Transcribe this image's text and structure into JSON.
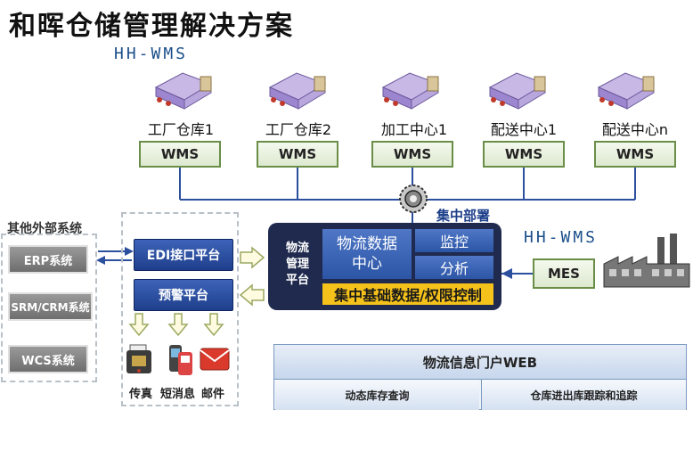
{
  "title": "和晖仓储管理解决方案",
  "brand_top": "HH-WMS",
  "brand_right": "HH-WMS",
  "sites": [
    {
      "label": "工厂仓库1",
      "system": "WMS"
    },
    {
      "label": "工厂仓库2",
      "system": "WMS"
    },
    {
      "label": "加工中心1",
      "system": "WMS"
    },
    {
      "label": "配送中心1",
      "system": "WMS"
    },
    {
      "label": "配送中心n",
      "system": "WMS"
    }
  ],
  "deployment": "集中部署",
  "external": {
    "title": "其他外部系统",
    "systems": [
      "ERP系统",
      "SRM/CRM系统",
      "WCS系统"
    ]
  },
  "middle": {
    "edi": "EDI接口平台",
    "alert": "预警平台",
    "channels": [
      "传真",
      "短消息",
      "邮件"
    ]
  },
  "core": {
    "side_label": [
      "物流",
      "管理",
      "平台"
    ],
    "data_center": [
      "物流数据",
      "中心"
    ],
    "monitor": "监控",
    "analysis": "分析",
    "base_data": "集中基础数据/权限控制"
  },
  "mes": "MES",
  "portal": {
    "title": "物流信息门户WEB",
    "items": [
      "动态库存查询",
      "仓库进出库跟踪和追踪"
    ]
  }
}
